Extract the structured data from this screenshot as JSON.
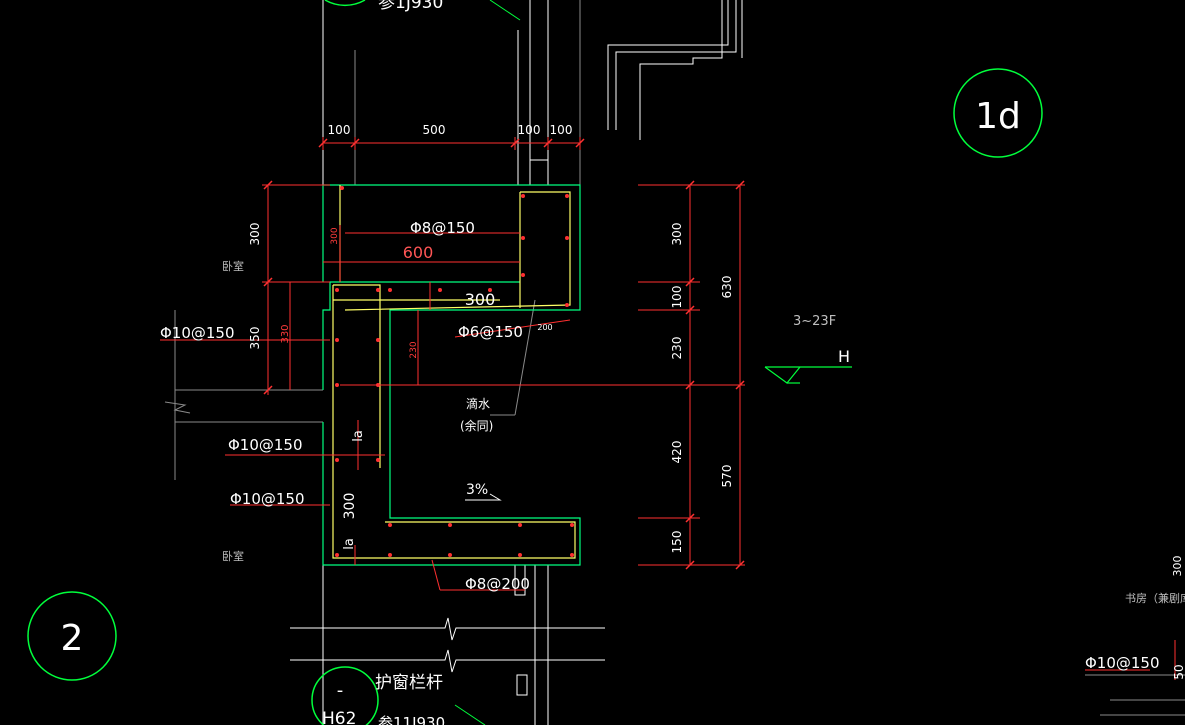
{
  "colors": {
    "background": "#000000",
    "wall": "#ffffff",
    "concrete_outline": "#00ff7f",
    "rebar": "#ffff66",
    "dimension": "#ff3030",
    "axis": "#ff2020",
    "grid_bubble": "#00ff3c",
    "gray_line": "#8a8a8a"
  },
  "bubbles": {
    "top_partial": "",
    "right": "1d",
    "left": "2",
    "bottom": "-"
  },
  "labels": {
    "top_ref": "参1J930",
    "bottom_ref": "H62",
    "bottom_ref2": "参11J930",
    "bedroom_upper": "卧室",
    "bedroom_lower": "卧室",
    "study": "书房（兼剧库",
    "window_rail": "护窗栏杆",
    "drip": "滴水",
    "drip_note": "(余同)",
    "slope": "3%",
    "floors": "3~23F",
    "elev_mark": "H"
  },
  "rebar_labels": {
    "top_slab": "Φ8@150",
    "mid": "Φ6@150",
    "left_upper": "Φ10@150",
    "left_mid": "Φ10@150",
    "left_lower": "Φ10@150",
    "bottom": "Φ8@200",
    "bottom_right": "Φ10@150"
  },
  "dims": {
    "top": [
      "100",
      "500",
      "100",
      "100"
    ],
    "right_inner": [
      "300",
      "100",
      "230",
      "420",
      "150"
    ],
    "right_outer": [
      "630",
      "570"
    ],
    "left_outer": [
      "300",
      "350"
    ],
    "left_inner": [
      "330"
    ],
    "inner_small": [
      "300",
      "230"
    ],
    "inner_600": "600",
    "inner_300": "300",
    "inner_200": "200",
    "la_upper": "la",
    "la_lower": "la",
    "lower_300": "300",
    "far_right_300": "300",
    "far_right_50": "50"
  }
}
